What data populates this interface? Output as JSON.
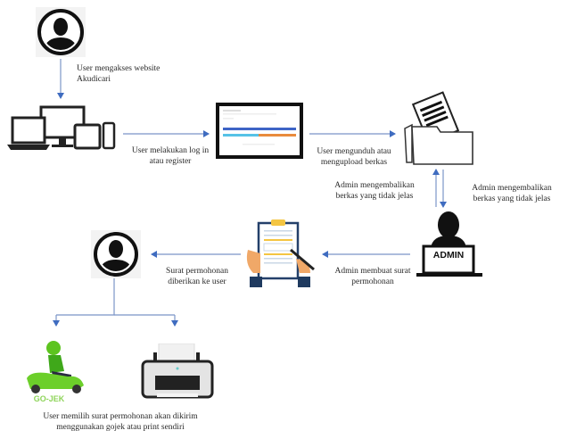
{
  "diagram": {
    "nodes": {
      "user_top": {
        "icon": "user-avatar-icon"
      },
      "devices": {
        "icon": "devices-icon"
      },
      "website": {
        "icon": "website-screen-icon"
      },
      "folder": {
        "icon": "folder-documents-icon"
      },
      "admin": {
        "icon": "admin-laptop-icon",
        "label": "ADMIN"
      },
      "clipboard": {
        "icon": "clipboard-form-icon"
      },
      "user_bottom": {
        "icon": "user-avatar-icon"
      },
      "gojek": {
        "icon": "gojek-scooter-icon",
        "label": "GO-JEK"
      },
      "printer": {
        "icon": "printer-icon"
      }
    },
    "labels": {
      "access_line1": "User mengakses website",
      "access_line2": "Akudicari",
      "login_line1": "User melakukan log in",
      "login_line2": "atau register",
      "upload_line1": "User mengunduh atau",
      "upload_line2": "mengupload berkas",
      "return_left_line1": "Admin mengembalikan",
      "return_left_line2": "berkas yang tidak jelas",
      "return_right_line1": "Admin mengembalikan",
      "return_right_line2": "berkas yang tidak jelas",
      "make_letter_line1": "Admin membuat surat",
      "make_letter_line2": "permohonan",
      "give_letter_line1": "Surat permohonan",
      "give_letter_line2": "diberikan ke user",
      "choose_line1": "User memilih surat permohonan akan dikirim",
      "choose_line2": "menggunakan gojek atau print sendiri"
    },
    "colors": {
      "arrow": "#5b7fbf",
      "arrow_head": "#3f6cc0",
      "gojek_green": "#5dc41f",
      "clipboard_yellow": "#f4c542",
      "hand_skin": "#f0a868",
      "sleeve_navy": "#1f3a5f"
    }
  }
}
